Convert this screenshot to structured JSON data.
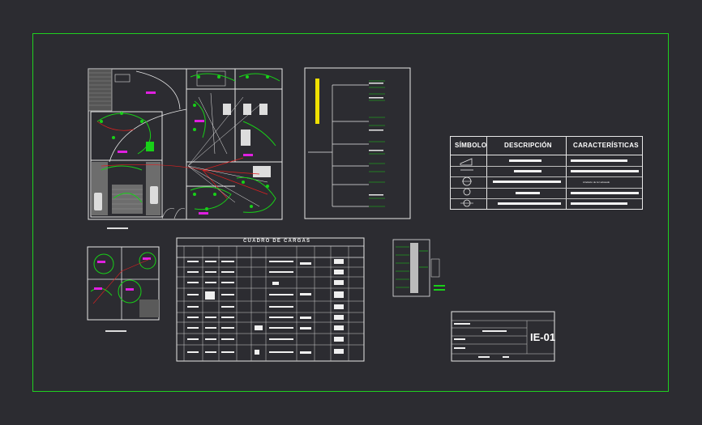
{
  "legend": {
    "headers": [
      "SÍMBOLO",
      "DESCRIPCIÓN",
      "CARACTERÍSTICAS"
    ],
    "row_note": "Artefacto de luz adosado"
  },
  "cuadro": {
    "title": "CUADRO DE CARGAS"
  },
  "title_block": {
    "sheet_code": "IE-01"
  },
  "colors": {
    "background": "#2c2c31",
    "sheet_border": "#1fd01f",
    "linework": "#e8e8e8",
    "wiring_red": "#e02020",
    "wiring_green": "#18d018",
    "magenta": "#e020e0",
    "yellow": "#f0e000"
  }
}
